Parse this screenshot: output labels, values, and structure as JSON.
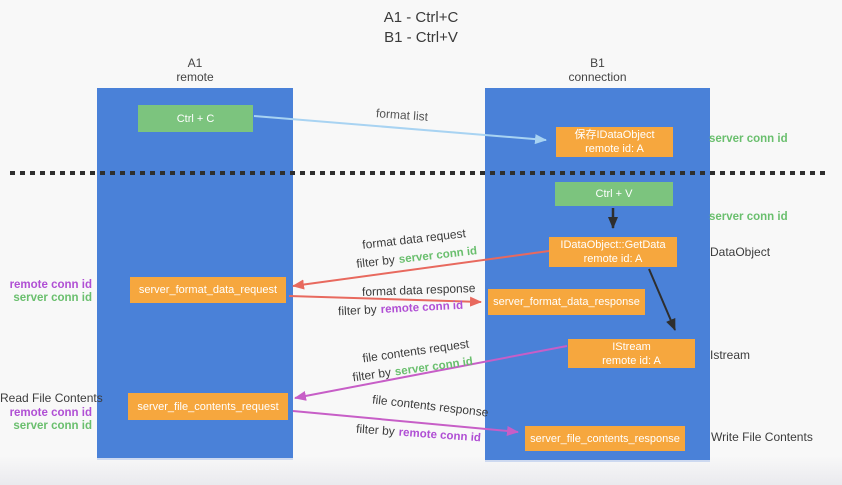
{
  "title": {
    "line1": "A1 - Ctrl+C",
    "line2": "B1 - Ctrl+V"
  },
  "lanes": {
    "a1": {
      "name": "A1",
      "role": "remote"
    },
    "b1": {
      "name": "B1",
      "role": "connection"
    }
  },
  "boxes": {
    "ctrl_c": {
      "label": "Ctrl + C"
    },
    "ctrl_v": {
      "label": "Ctrl + V"
    },
    "save_dataobject": {
      "line1": "保存IDataObject",
      "line2": "remote id: A"
    },
    "getdata": {
      "line1": "IDataObject::GetData",
      "line2": "remote id: A"
    },
    "istream": {
      "line1": "IStream",
      "line2": "remote id: A"
    },
    "format_request": {
      "label": "server_format_data_request"
    },
    "format_response": {
      "label": "server_format_data_response"
    },
    "file_request": {
      "label": "server_file_contents_request"
    },
    "file_response": {
      "label": "server_file_contents_response"
    }
  },
  "flow_labels": {
    "format_list": "format list",
    "format_data_request": "format data request",
    "format_data_response": "format data response",
    "file_contents_request": "file contents request",
    "file_contents_response": "file contents response",
    "filter_by": "filter by",
    "server_conn_id": "server conn id",
    "remote_conn_id": "remote conn id"
  },
  "side_labels": {
    "right": {
      "server_conn_id_top": "server conn id",
      "server_conn_id_mid": "server conn id",
      "dataobject": "DataObject",
      "istream": "Istream",
      "write_file_contents": "Write File Contents"
    },
    "left": {
      "format_remote_conn_id": "remote conn id",
      "format_server_conn_id": "server conn id",
      "read_file_contents": "Read File Contents",
      "file_remote_conn_id": "remote conn id",
      "file_server_conn_id": "server conn id"
    }
  },
  "colors": {
    "column_blue": "#4a81d8",
    "box_green": "#7cc47e",
    "box_orange": "#f6a73e",
    "arrow_red": "#e8695e",
    "arrow_magenta": "#c75ec7",
    "arrow_light_blue": "#a8d3f2",
    "arrow_black": "#2e2e2e",
    "divider_black": "#2e2e2e",
    "text_green": "#6abf6e",
    "text_purple": "#b04fd4",
    "text_dark": "#3c3c3c",
    "background": "#f8f8f8"
  }
}
